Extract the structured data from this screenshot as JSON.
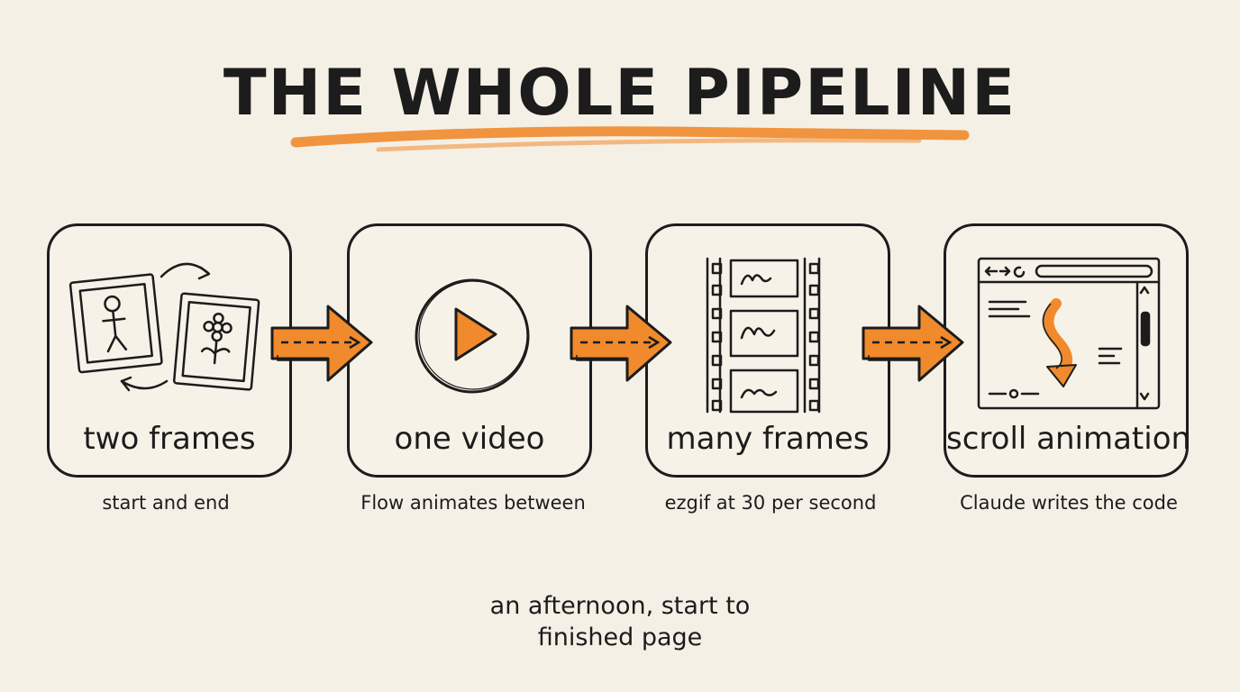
{
  "title": "THE WHOLE PIPELINE",
  "colors": {
    "accent": "#f08a2c",
    "ink": "#1c1c1c",
    "paper": "#f5f0e6"
  },
  "stages": [
    {
      "label": "two frames",
      "caption": "start and end",
      "icon": "photo-frames-icon"
    },
    {
      "label": "one video",
      "caption": "Flow animates between",
      "icon": "play-button-icon"
    },
    {
      "label": "many frames",
      "caption": "ezgif at 30 per second",
      "icon": "film-strip-icon"
    },
    {
      "label": "scroll animation",
      "caption": "Claude writes the code",
      "icon": "browser-window-icon"
    }
  ],
  "footer": {
    "line1": "an afternoon, start to",
    "line2": "finished page"
  }
}
